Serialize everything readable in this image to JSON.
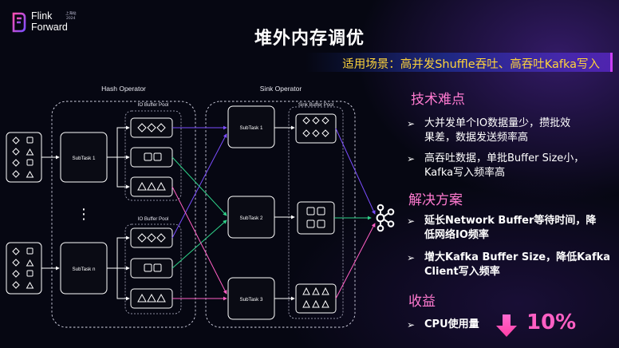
{
  "logo": {
    "line1": "Flink",
    "line2": "Forward",
    "sub1": "上海站",
    "sub2": "2024",
    "icon": "flink-forward-logo-icon"
  },
  "title": "堆外内存调优",
  "scenario": "适用场景：高并发Shuffle吞吐、高吞吐Kafka写入",
  "diagram": {
    "hash_operator": "Hash Operator",
    "sink_operator": "Sink Operator",
    "io_buffer_pool_1": "IO Buffer Pool",
    "io_buffer_pool_2": "IO Buffer Pool",
    "sink_buffer_pool": "Sink Buffer Pool",
    "subtask_1": "SubTask 1",
    "subtask_n": "SubTask n",
    "sink_subtask_1": "SubTask 1",
    "sink_subtask_2": "SubTask 2",
    "sink_subtask_3": "SubTask 3",
    "ellipsis": "⋮",
    "colors": {
      "purple": "#7b4dff",
      "green": "#2fd38a",
      "pink": "#ff5fc4",
      "accent": "#ff7ad0",
      "yellow": "#ffd43b"
    }
  },
  "sections": {
    "difficulty": {
      "heading": "技术难点",
      "items": [
        {
          "line1": "大并发单个IO数据量少，攒批效",
          "line2": "果差，数据发送频率高"
        },
        {
          "line1": "高吞吐数据，单批Buffer Size小，",
          "line2": "Kafka写入频率高"
        }
      ]
    },
    "solution": {
      "heading": "解决方案",
      "items": [
        {
          "line1": "延长Network Buffer等待时间，降",
          "line2": "低网络IO频率"
        },
        {
          "line1": "增大Kafka Buffer Size，降低Kafka",
          "line2": "Client写入频率"
        }
      ]
    },
    "benefit": {
      "heading": "收益",
      "item": "CPU使用量",
      "value": "10%",
      "icon": "arrow-down-icon"
    }
  }
}
